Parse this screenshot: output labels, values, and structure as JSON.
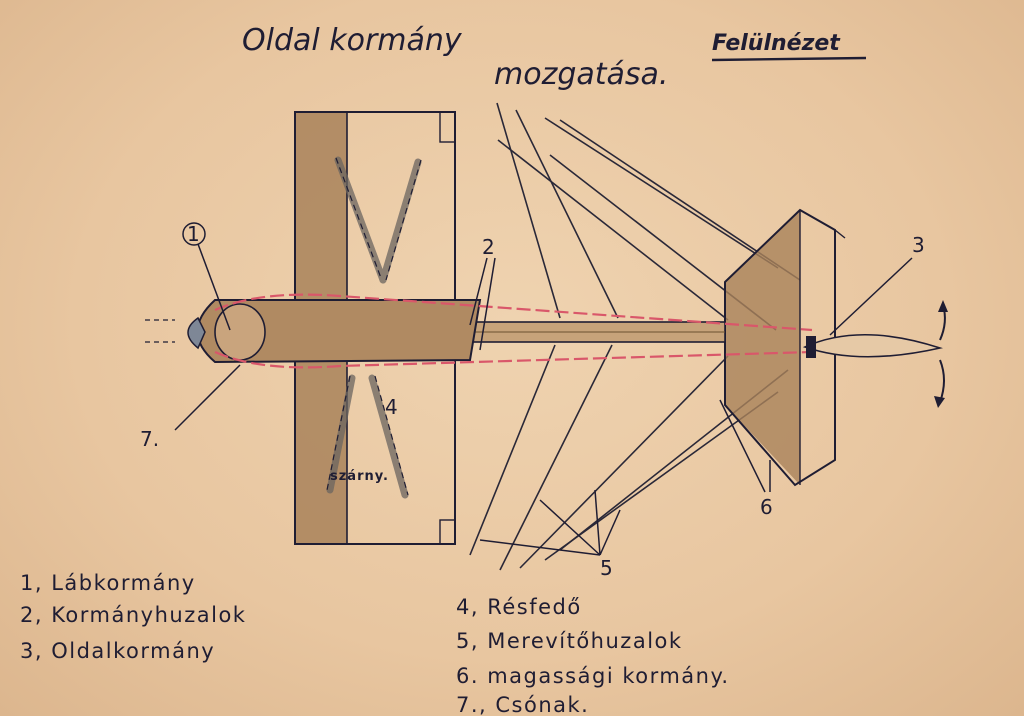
{
  "title_line1": "Oldal kormány",
  "title_line2": "mozgatása.",
  "view_label": "Felülnézet",
  "wing_label": "szárny.",
  "callouts": [
    "1",
    "2",
    "3",
    "4",
    "5",
    "6",
    "7."
  ],
  "legend": [
    "1, Lábkormány",
    "2, Kormányhuzalok",
    "3, Oldalkormány",
    "4, Résfedő",
    "5, Merevítőhuzalok",
    "6. magassági kormány.",
    "7., Csónak."
  ],
  "colors": {
    "paper": "#e9c9a2",
    "ink": "#1f1d33",
    "wood": "#a9825a",
    "control_wire": "#d9576a",
    "pencil": "#6b6560"
  }
}
